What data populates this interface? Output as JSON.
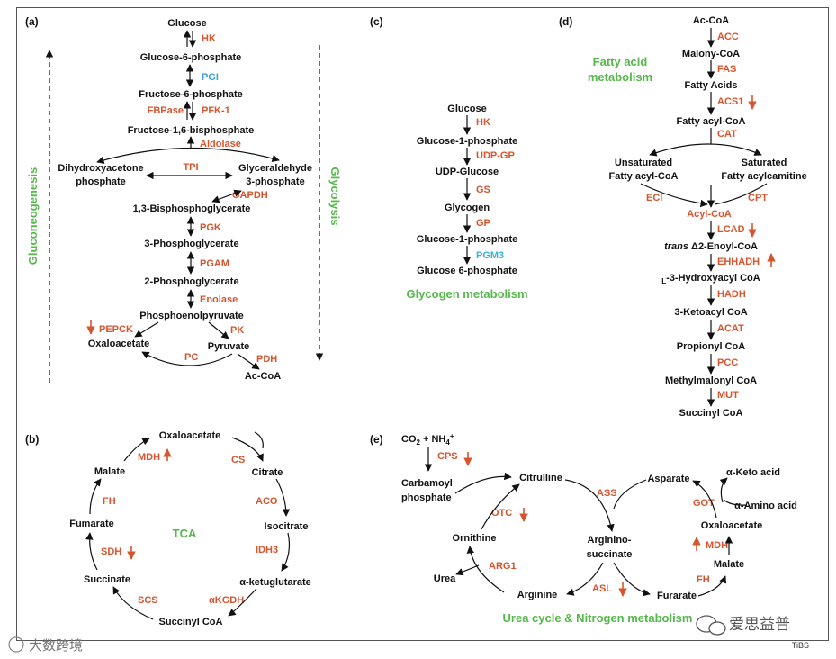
{
  "panels": {
    "a": {
      "label": "(a)",
      "side_left": "Gluconeogenesis",
      "side_right": "Glycolysis",
      "m": [
        "Glucose",
        "Glucose-6-phosphate",
        "Fructose-6-phosphate",
        "Fructose-1,6-bisphosphate",
        "Dihydroxyacetone",
        "phosphate",
        "Glyceraldehyde",
        "3-phosphate",
        "1,3-Bisphosphoglycerate",
        "3-Phosphoglycerate",
        "2-Phosphoglycerate",
        "Phosphoenolpyruvate",
        "Oxaloacetate",
        "Pyruvate",
        "Ac-CoA"
      ],
      "e": [
        "HK",
        "PGI",
        "FBPase",
        "PFK-1",
        "Aldolase",
        "TPI",
        "GAPDH",
        "PGK",
        "PGAM",
        "Enolase",
        "PEPCK",
        "PK",
        "PC",
        "PDH"
      ]
    },
    "b": {
      "label": "(b)",
      "center": "TCA",
      "m": [
        "Oxaloacetate",
        "Citrate",
        "Isocitrate",
        "α-ketuglutarate",
        "Succinyl CoA",
        "Succinate",
        "Fumarate",
        "Malate"
      ],
      "e": [
        "CS",
        "ACO",
        "IDH3",
        "αKGDH",
        "SCS",
        "SDH",
        "FH",
        "MDH"
      ]
    },
    "c": {
      "label": "(c)",
      "title": "Glycogen metabolism",
      "m": [
        "Glucose",
        "Glucose-1-phosphate",
        "UDP-Glucose",
        "Glycogen",
        "Glucose-1-phosphate",
        "Glucose 6-phosphate"
      ],
      "e": [
        "HK",
        "UDP-GP",
        "GS",
        "GP",
        "PGM3"
      ]
    },
    "d": {
      "label": "(d)",
      "title_1": "Fatty acid",
      "title_2": "metabolism",
      "m": [
        "Ac-CoA",
        "Malony-CoA",
        "Fatty Acids",
        "Fatty acyl-CoA",
        "Unsaturated",
        "Fatty acyl-CoA",
        "Saturated",
        "Fatty acylcamitine",
        "Acyl-CoA",
        "Δ",
        "2-Enoyl-CoA",
        "-3-Hydroxyacyl CoA",
        "3-Ketoacyl CoA",
        "Propionyl CoA",
        "Methylmalonyl  CoA",
        "Succinyl CoA"
      ],
      "trans": "trans",
      "l_prefix": "L",
      "e": [
        "ACC",
        "FAS",
        "ACS1",
        "CAT",
        "ECI",
        "CPT",
        "LCAD",
        "EHHADH",
        "HADH",
        "ACAT",
        "PCC",
        "MUT"
      ]
    },
    "e": {
      "label": "(e)",
      "title": "Urea cycle & Nitrogen metabolism",
      "co2": "CO",
      "co2_sub": "2",
      "nh4": " + NH",
      "nh4_sub": "4",
      "nh4_sup": "+",
      "m": [
        "Carbamoyl",
        "phosphate",
        "Citrulline",
        "Ornithine",
        "Urea",
        "Arginine",
        "Arginino-",
        "succinate",
        "Asparate",
        "α-Keto acid",
        "α-Amino acid",
        "Oxaloacetate",
        "Malate",
        "Furarate"
      ],
      "e": [
        "CPS",
        "OTC",
        "ARG1",
        "ASS",
        "ASL",
        "GOT",
        "MDH",
        "FH"
      ]
    }
  },
  "watermark_left": "大数跨境",
  "watermark_right": "爱思益普",
  "footer": "TiBS",
  "colors": {
    "enzyme": "#d6552f",
    "pathway": "#55b84a",
    "pgi": "#3e9fd6",
    "pgm3": "#35b6d8"
  }
}
